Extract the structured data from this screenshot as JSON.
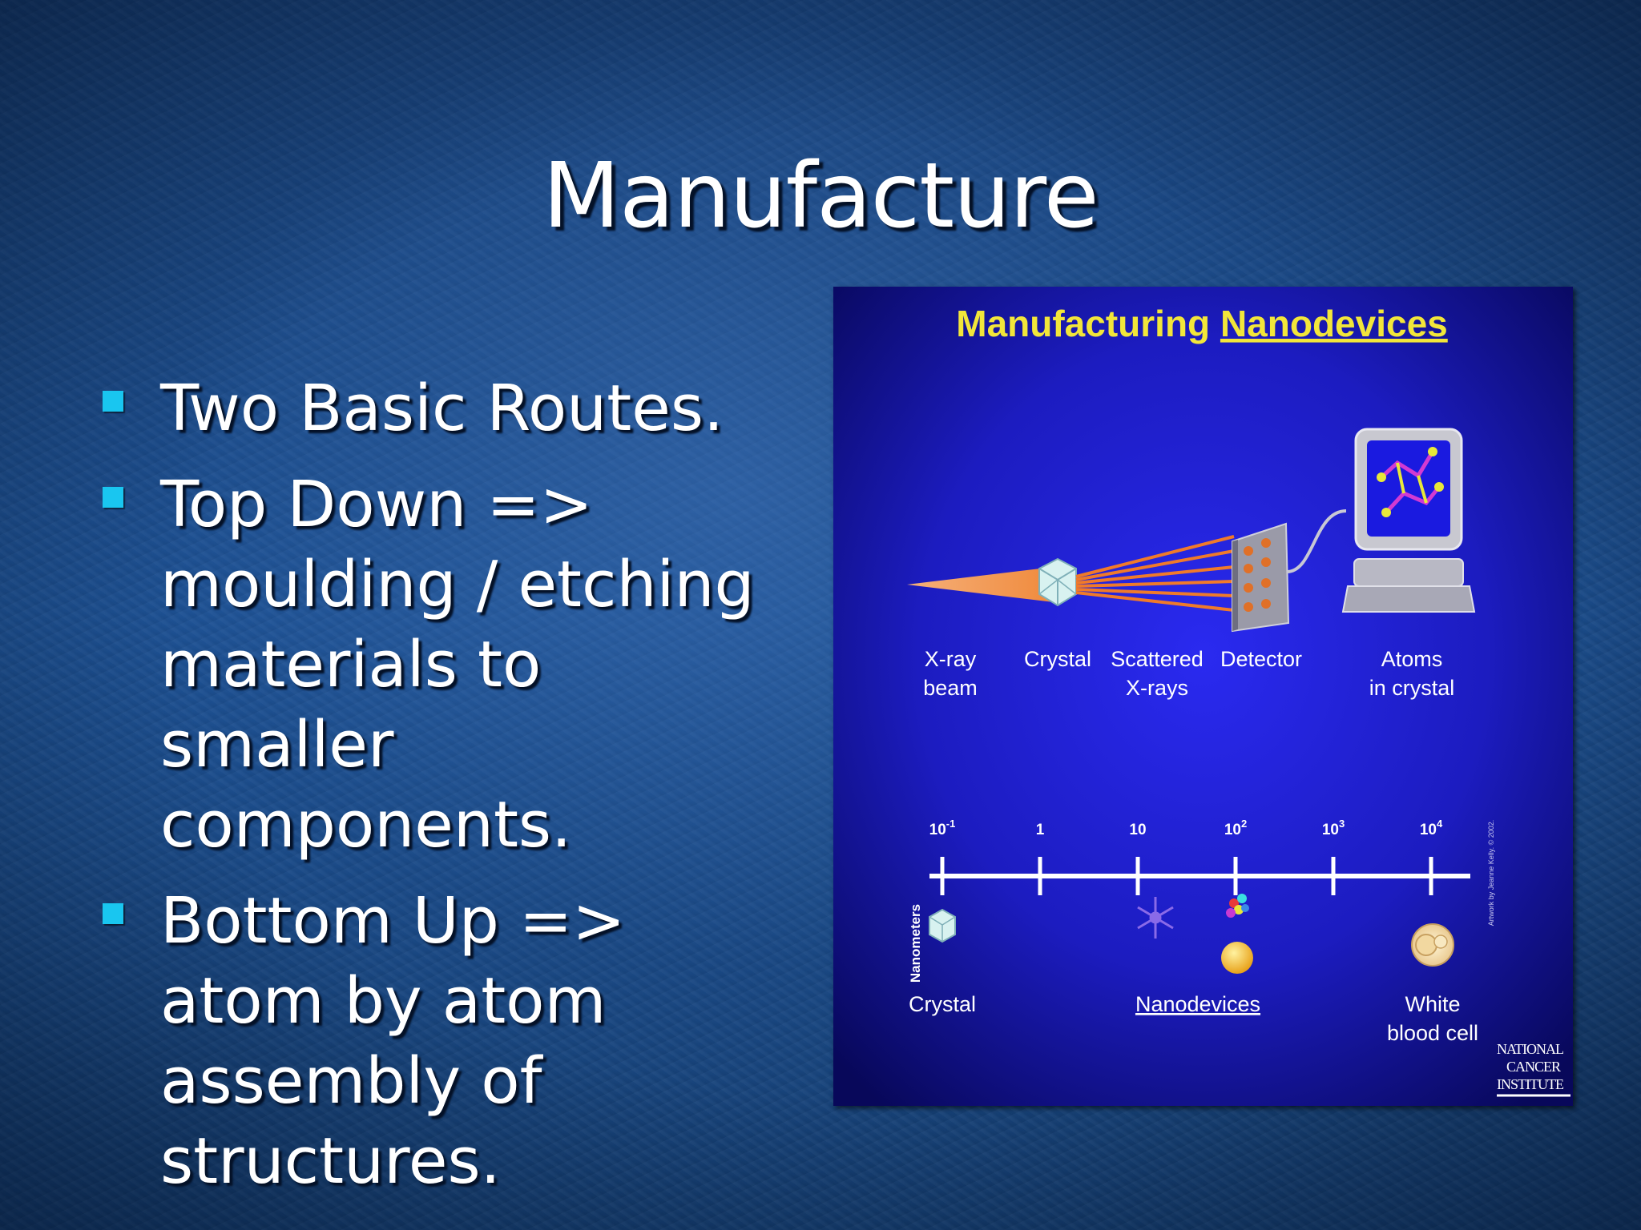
{
  "slide": {
    "title": "Manufacture",
    "bullets": [
      "Two Basic Routes.",
      "Top Down => moulding / etching materials to smaller components.",
      "Bottom Up => atom by atom assembly of structures."
    ]
  },
  "figure": {
    "title_part1": "Manufacturing",
    "title_part2": "Nanodevices",
    "top_labels": {
      "xray_beam": [
        "X-ray",
        "beam"
      ],
      "crystal": "Crystal",
      "scattered": [
        "Scattered",
        "X-rays"
      ],
      "detector": "Detector",
      "atoms": [
        "Atoms",
        "in crystal"
      ]
    },
    "scale": {
      "axis_label": "Nanometers",
      "ticks": [
        {
          "base": "10",
          "exp": "-1"
        },
        {
          "base": "1",
          "exp": ""
        },
        {
          "base": "10",
          "exp": ""
        },
        {
          "base": "10",
          "exp": "2"
        },
        {
          "base": "10",
          "exp": "3"
        },
        {
          "base": "10",
          "exp": "4"
        }
      ]
    },
    "bottom_labels": {
      "crystal": "Crystal",
      "nanodevices": "Nanodevices",
      "white_cell": [
        "White",
        "blood cell"
      ]
    },
    "credit": "Artwork by Jeanne Kelly. © 2002.",
    "logo_lines": [
      "NATIONAL",
      "CANCER",
      "INSTITUTE"
    ],
    "colors": {
      "title_yellow": "#f2e63a",
      "panel_blue": "#1e1ec8",
      "beam_orange": "#f08a3c"
    }
  }
}
